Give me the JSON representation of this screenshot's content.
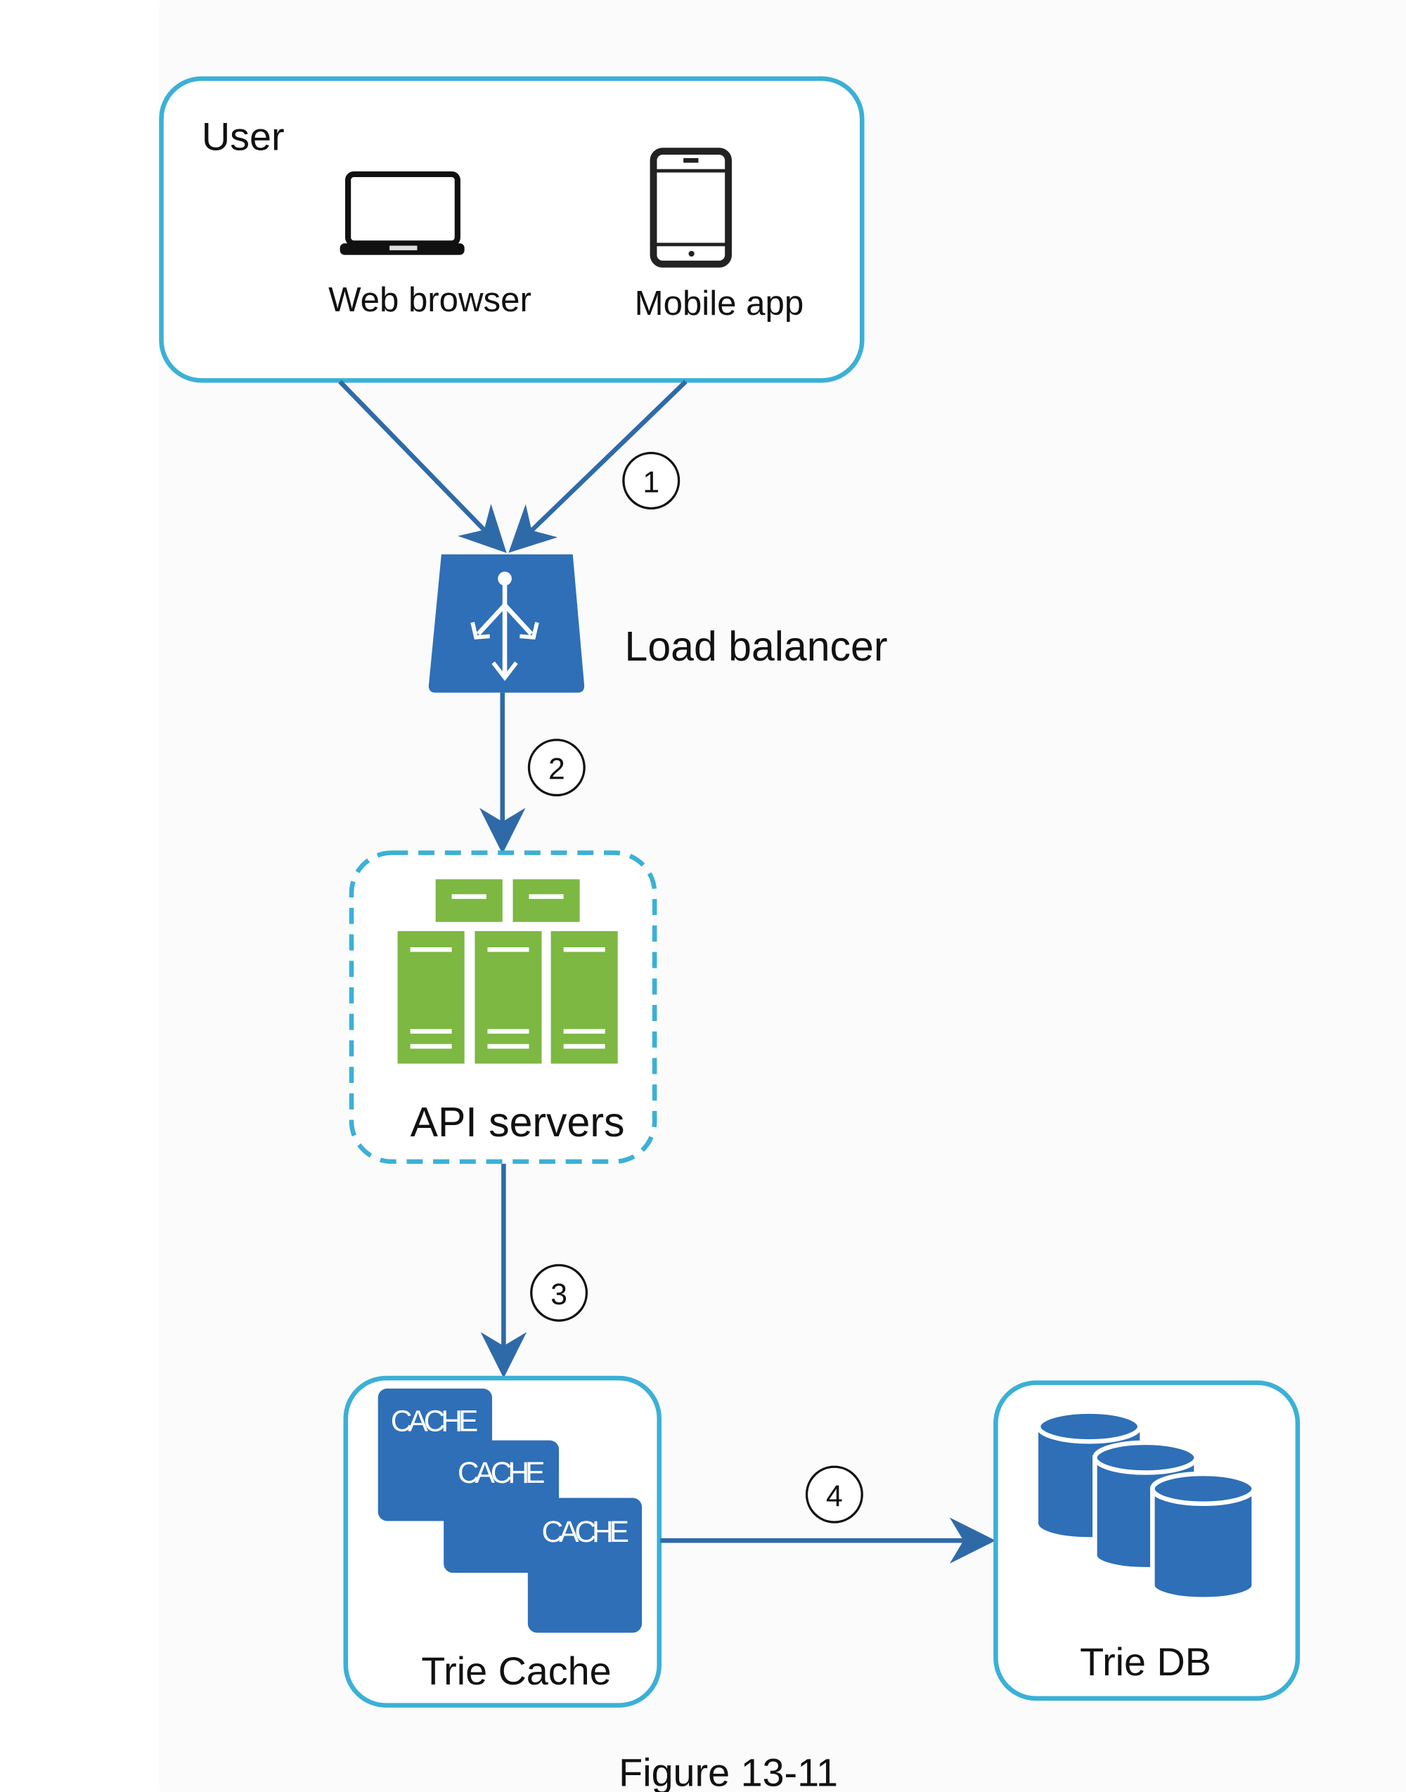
{
  "colors": {
    "box_border": "#3bb0d6",
    "arrow": "#2f6aa8",
    "blue_icon": "#2e6fb7",
    "server_green": "#7cb842"
  },
  "user": {
    "title": "User",
    "web_browser": "Web browser",
    "mobile_app": "Mobile app",
    "icons": [
      "laptop-icon",
      "smartphone-icon"
    ]
  },
  "load_balancer": {
    "label": "Load balancer",
    "icon": "load-balancer-icon"
  },
  "api_servers": {
    "label": "API servers",
    "icon": "server-rack-icon"
  },
  "trie_cache": {
    "label": "Trie Cache",
    "tiles": [
      "CACHE",
      "CACHE",
      "CACHE"
    ]
  },
  "trie_db": {
    "label": "Trie DB",
    "icon": "database-icon"
  },
  "steps": [
    "1",
    "2",
    "3",
    "4"
  ],
  "caption": "Figure 13-11"
}
